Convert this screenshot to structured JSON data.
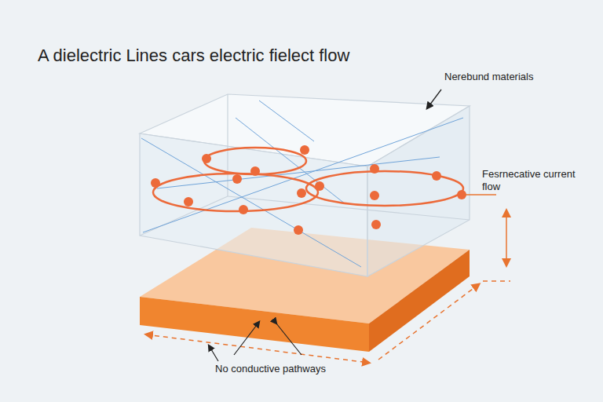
{
  "diagram": {
    "title": "A dielectric Lines cars electric fielect flow",
    "labels": [
      "Nerebund materials",
      "Fesrnecative current flow",
      "No conductive pathways"
    ]
  }
}
